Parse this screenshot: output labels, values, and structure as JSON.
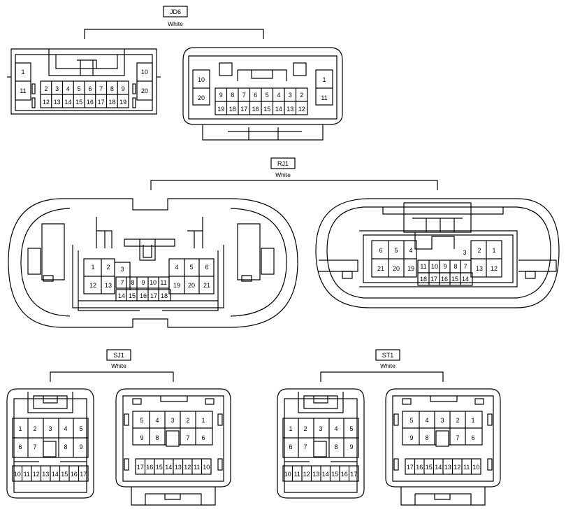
{
  "groups": {
    "jd6": {
      "name": "JD6",
      "color_label": "White"
    },
    "rj1": {
      "name": "RJ1",
      "color_label": "White"
    },
    "sj1": {
      "name": "SJ1",
      "color_label": "White"
    },
    "st1": {
      "name": "ST1",
      "color_label": "White"
    }
  },
  "pins": {
    "jd6_left": {
      "side_left": [
        "1",
        "11"
      ],
      "top": [
        "2",
        "3",
        "4",
        "5",
        "6",
        "7",
        "8",
        "9"
      ],
      "bottom": [
        "12",
        "13",
        "14",
        "15",
        "16",
        "17",
        "18",
        "19"
      ],
      "side_right": [
        "10",
        "20"
      ]
    },
    "jd6_right": {
      "side_left": [
        "10",
        "20"
      ],
      "top": [
        "9",
        "8",
        "7",
        "6",
        "5",
        "4",
        "3",
        "2"
      ],
      "bottom": [
        "19",
        "18",
        "17",
        "16",
        "15",
        "14",
        "13",
        "12"
      ],
      "side_right": [
        "1",
        "11"
      ]
    },
    "rj1_left": {
      "row1": [
        "1",
        "2",
        "3",
        "4",
        "5",
        "6"
      ],
      "row2": [
        "12",
        "13",
        "7",
        "8",
        "9",
        "10",
        "11",
        "19",
        "20",
        "21"
      ],
      "row3": [
        "14",
        "15",
        "16",
        "17",
        "18"
      ]
    },
    "rj1_right": {
      "row1": [
        "6",
        "5",
        "4",
        "3",
        "2",
        "1"
      ],
      "row2": [
        "21",
        "20",
        "19",
        "11",
        "10",
        "9",
        "8",
        "7",
        "13",
        "12"
      ],
      "row3": [
        "18",
        "17",
        "16",
        "15",
        "14"
      ]
    },
    "sj1_left": {
      "row1": [
        "1",
        "2",
        "3",
        "4",
        "5"
      ],
      "row2": [
        "6",
        "7",
        "8",
        "9"
      ],
      "row3": [
        "10",
        "11",
        "12",
        "13",
        "14",
        "15",
        "16",
        "17"
      ]
    },
    "sj1_right": {
      "row1": [
        "5",
        "4",
        "3",
        "2",
        "1"
      ],
      "row2": [
        "9",
        "8",
        "7",
        "6"
      ],
      "row3": [
        "17",
        "16",
        "15",
        "14",
        "13",
        "12",
        "11",
        "10"
      ]
    },
    "st1_left": {
      "row1": [
        "1",
        "2",
        "3",
        "4",
        "5"
      ],
      "row2": [
        "6",
        "7",
        "8",
        "9"
      ],
      "row3": [
        "10",
        "11",
        "12",
        "13",
        "14",
        "15",
        "16",
        "17"
      ]
    },
    "st1_right": {
      "row1": [
        "5",
        "4",
        "3",
        "2",
        "1"
      ],
      "row2": [
        "9",
        "8",
        "7",
        "6"
      ],
      "row3": [
        "17",
        "16",
        "15",
        "14",
        "13",
        "12",
        "11",
        "10"
      ]
    }
  }
}
